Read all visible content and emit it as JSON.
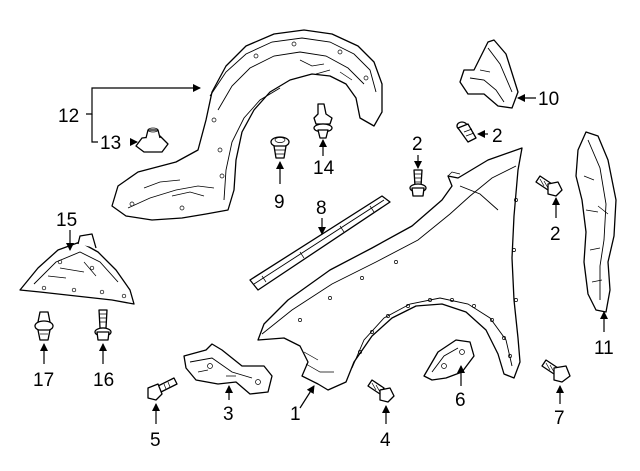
{
  "callouts": {
    "c1": "1",
    "c2a": "2",
    "c2b": "2",
    "c2c": "2",
    "c3": "3",
    "c4": "4",
    "c5": "5",
    "c6": "6",
    "c7": "7",
    "c8": "8",
    "c9": "9",
    "c10": "10",
    "c11": "11",
    "c12": "12",
    "c13": "13",
    "c14": "14",
    "c15": "15",
    "c16": "16",
    "c17": "17"
  },
  "parts": [
    {
      "id": "1",
      "name": "fender"
    },
    {
      "id": "2",
      "name": "bolt"
    },
    {
      "id": "3",
      "name": "fender-bracket"
    },
    {
      "id": "4",
      "name": "bolt"
    },
    {
      "id": "5",
      "name": "bolt"
    },
    {
      "id": "6",
      "name": "lower-bracket"
    },
    {
      "id": "7",
      "name": "bolt"
    },
    {
      "id": "8",
      "name": "upper-rail-seal"
    },
    {
      "id": "9",
      "name": "clip"
    },
    {
      "id": "10",
      "name": "upper-bracket"
    },
    {
      "id": "11",
      "name": "side-seal"
    },
    {
      "id": "12",
      "name": "fender-liner"
    },
    {
      "id": "13",
      "name": "nut"
    },
    {
      "id": "14",
      "name": "clip"
    },
    {
      "id": "15",
      "name": "splash-shield"
    },
    {
      "id": "16",
      "name": "bolt"
    },
    {
      "id": "17",
      "name": "clip"
    }
  ]
}
